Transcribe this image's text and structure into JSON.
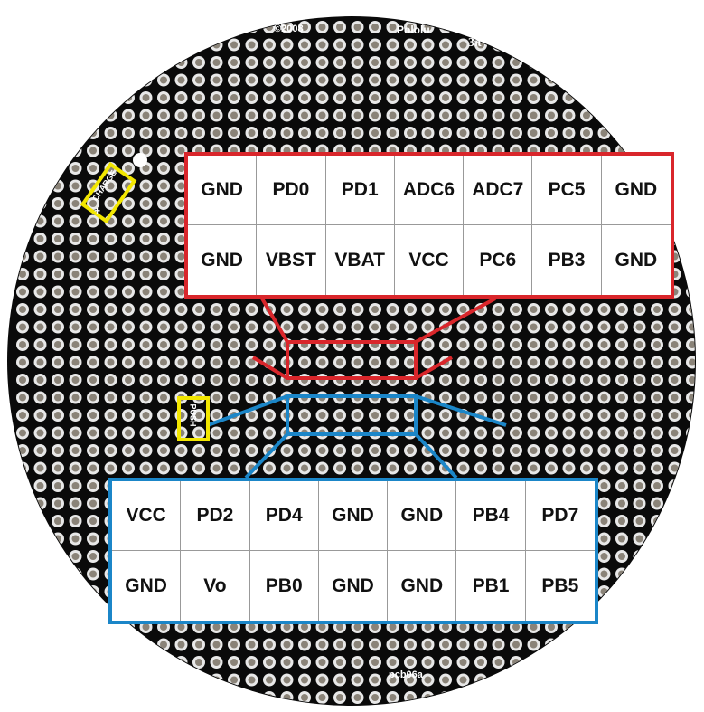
{
  "board": {
    "copyright": "©2008",
    "brand": "Pololu",
    "model": "3π",
    "part_number": "pcb06a",
    "charge_label": "CHARGE",
    "charge_plus": "+",
    "push_label": "PUSH",
    "colors": {
      "board": "#0a0a0a",
      "highlight": "#f2e600",
      "top_connector": "#d9262b",
      "bottom_connector": "#1b86c8"
    }
  },
  "top_connector": {
    "rows": [
      [
        "GND",
        "PD0",
        "PD1",
        "ADC6",
        "ADC7",
        "PC5",
        "GND"
      ],
      [
        "GND",
        "VBST",
        "VBAT",
        "VCC",
        "PC6",
        "PB3",
        "GND"
      ]
    ]
  },
  "bottom_connector": {
    "rows": [
      [
        "VCC",
        "PD2",
        "PD4",
        "GND",
        "GND",
        "PB4",
        "PD7"
      ],
      [
        "GND",
        "Vo",
        "PB0",
        "GND",
        "GND",
        "PB1",
        "PB5"
      ]
    ]
  }
}
